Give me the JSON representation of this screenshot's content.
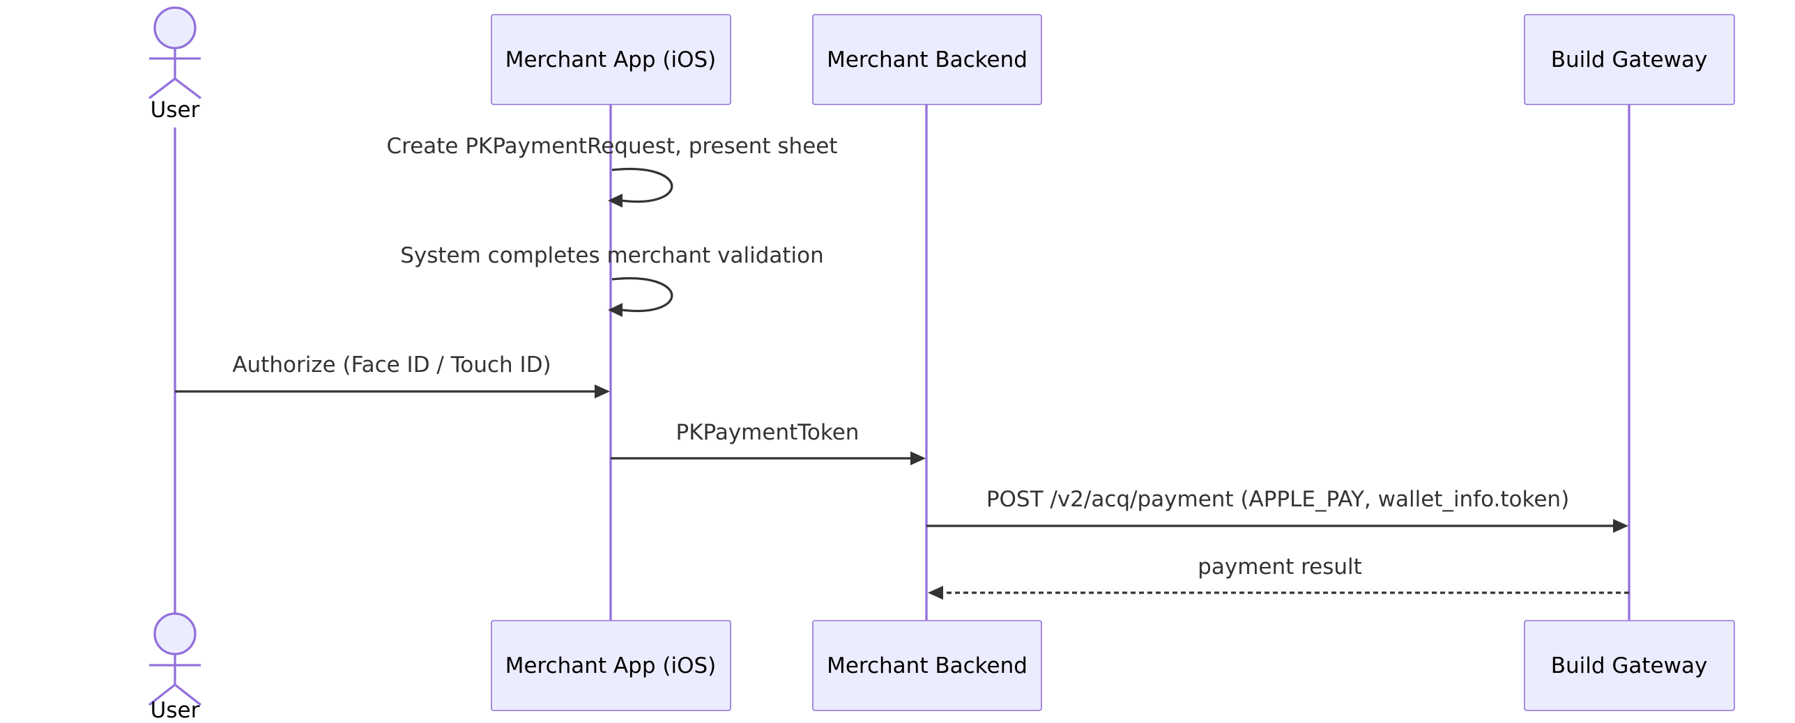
{
  "participants": [
    {
      "id": "user",
      "label": "User",
      "kind": "actor"
    },
    {
      "id": "app",
      "label": "Merchant App (iOS)",
      "kind": "box"
    },
    {
      "id": "backend",
      "label": "Merchant Backend",
      "kind": "box"
    },
    {
      "id": "gateway",
      "label": "Build Gateway",
      "kind": "box"
    }
  ],
  "messages": [
    {
      "from": "app",
      "to": "app",
      "label": "Create PKPaymentRequest, present sheet",
      "style": "solid"
    },
    {
      "from": "app",
      "to": "app",
      "label": "System completes merchant validation",
      "style": "solid"
    },
    {
      "from": "user",
      "to": "app",
      "label": "Authorize (Face ID / Touch ID)",
      "style": "solid"
    },
    {
      "from": "app",
      "to": "backend",
      "label": "PKPaymentToken",
      "style": "solid"
    },
    {
      "from": "backend",
      "to": "gateway",
      "label": "POST /v2/acq/payment (APPLE_PAY, wallet_info.token)",
      "style": "solid"
    },
    {
      "from": "gateway",
      "to": "backend",
      "label": "payment result",
      "style": "dashed"
    }
  ],
  "colors": {
    "actor_fill": "#ececff",
    "actor_stroke": "#9370db",
    "message_color": "#333333"
  }
}
